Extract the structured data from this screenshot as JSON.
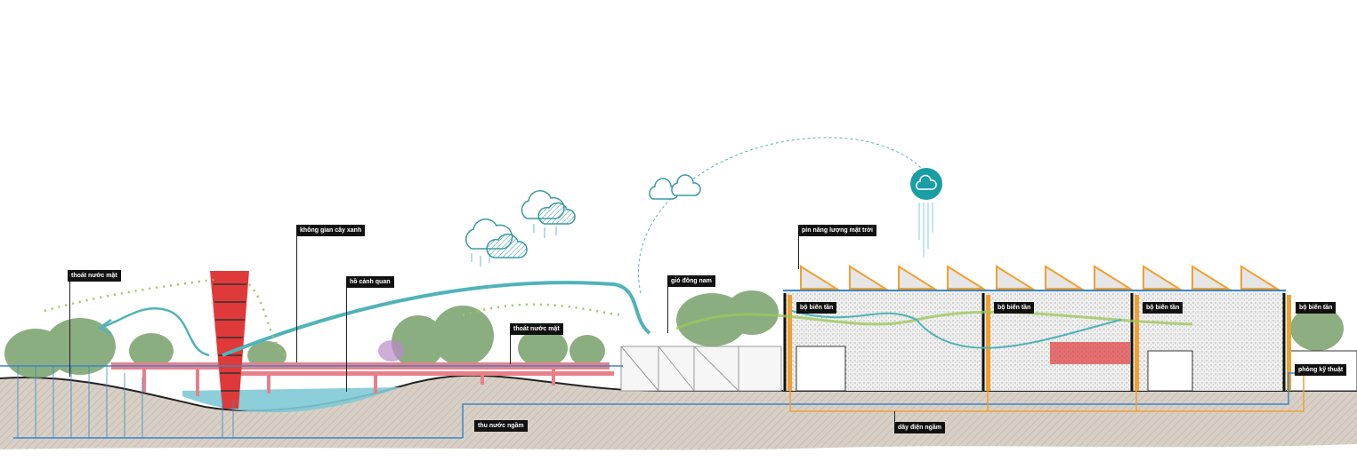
{
  "diagram": {
    "labels": {
      "surface_drainage_left": "thoát nước mặt",
      "green_space": "không gian cây xanh",
      "landscape_lake": "hồ cảnh quan",
      "surface_drainage_mid": "thoát nước mặt",
      "southeast_wind": "gió đông nam",
      "solar_panels": "pin năng lượng mặt trời",
      "inverter_1": "bộ biến tần",
      "inverter_2": "bộ biến tần",
      "inverter_3": "bộ biến tần",
      "inverter_4": "bộ biến tần",
      "technical_room": "phòng kỹ thuật",
      "groundwater_collection": "thu nước ngầm",
      "underground_cable": "dây điện ngầm"
    },
    "colors": {
      "water": "#3a86c8",
      "wind": "#4fb3b8",
      "wind_green": "#9cc85a",
      "electric": "#f0a030",
      "tower": "#e0393a",
      "bridge": "#e8808a",
      "lake": "#7fc9d6",
      "ground": "#d9cfc2",
      "rain_badge": "#1a9ea6"
    }
  }
}
